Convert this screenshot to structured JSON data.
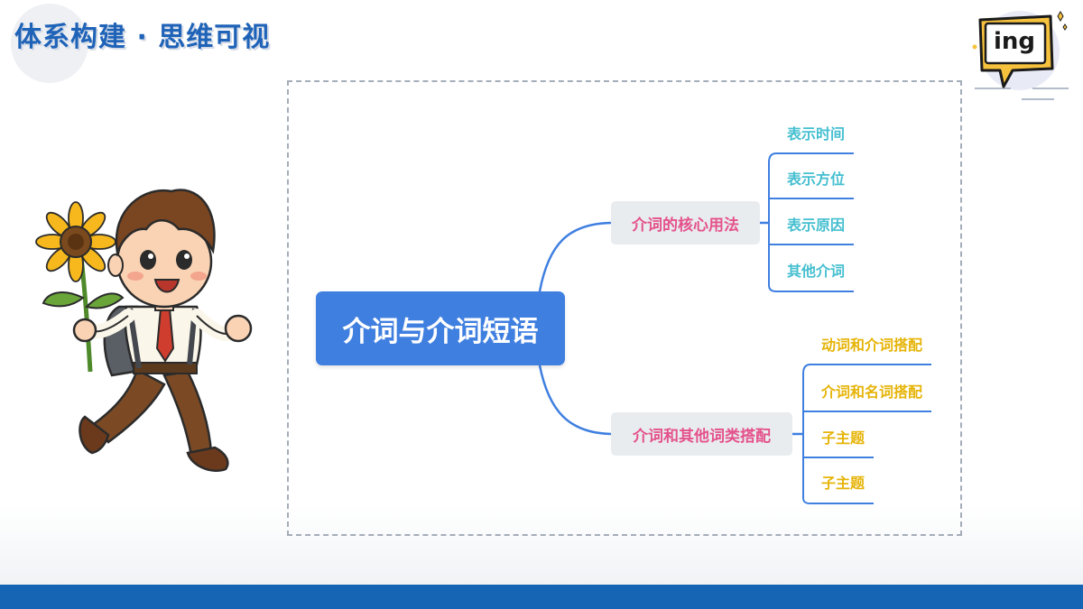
{
  "header": {
    "title": "体系构建 · 思维可视"
  },
  "badge": {
    "text": "ing"
  },
  "mindmap": {
    "root": "介词与介词短语",
    "branches": [
      {
        "label": "介词的核心用法",
        "children": [
          "表示时间",
          "表示方位",
          "表示原因",
          "其他介词"
        ]
      },
      {
        "label": "介词和其他词类搭配",
        "children": [
          "动词和介词搭配",
          "介词和名词搭配",
          "子主题",
          "子主题"
        ]
      }
    ]
  },
  "colors": {
    "title": "#1f63b8",
    "root": "#3f7fe0",
    "branch_text": "#e4528c",
    "leaf_group_1": "#45bfd0",
    "leaf_group_2": "#e6b409",
    "bottom_bar": "#1565b4"
  }
}
